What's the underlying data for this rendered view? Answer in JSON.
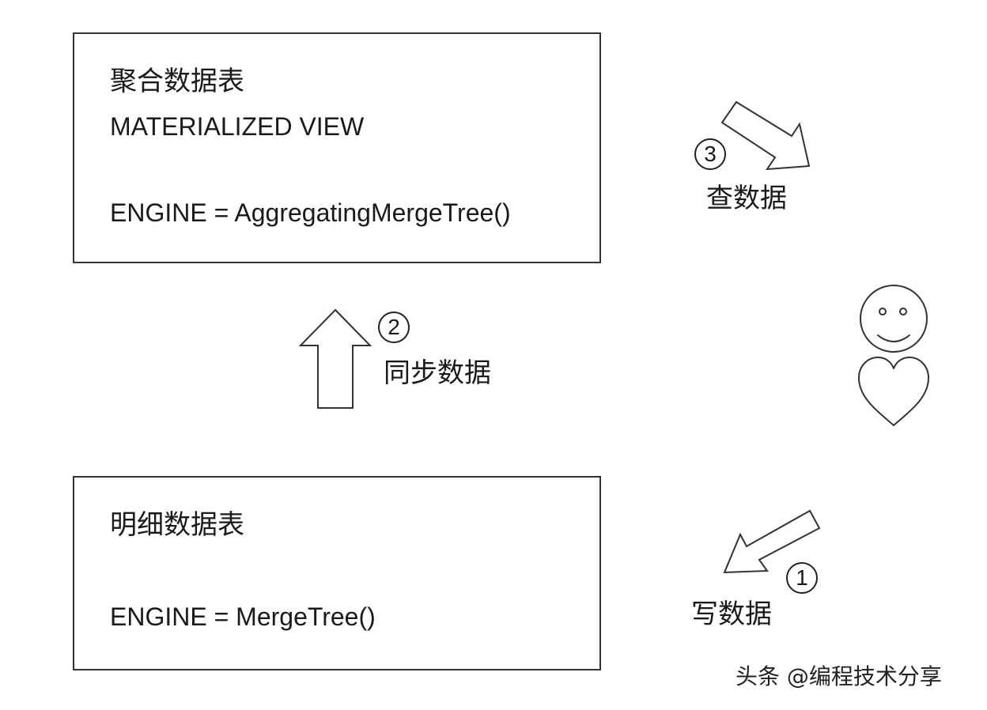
{
  "aggregate_table": {
    "title": "聚合数据表",
    "type_line": "MATERIALIZED VIEW",
    "engine_line": "ENGINE = AggregatingMergeTree()"
  },
  "detail_table": {
    "title": "明细数据表",
    "engine_line": "ENGINE = MergeTree()"
  },
  "steps": {
    "write": {
      "number": "1",
      "label": "写数据"
    },
    "sync": {
      "number": "2",
      "label": "同步数据"
    },
    "query": {
      "number": "3",
      "label": "查数据"
    }
  },
  "icons": {
    "user": "smiley-face-icon",
    "heart": "heart-icon",
    "arrow_up": "hollow-arrow-up-icon",
    "arrow_query": "hollow-arrow-down-right-icon",
    "arrow_write": "hollow-arrow-down-left-icon"
  },
  "watermark": "头条 @编程技术分享"
}
